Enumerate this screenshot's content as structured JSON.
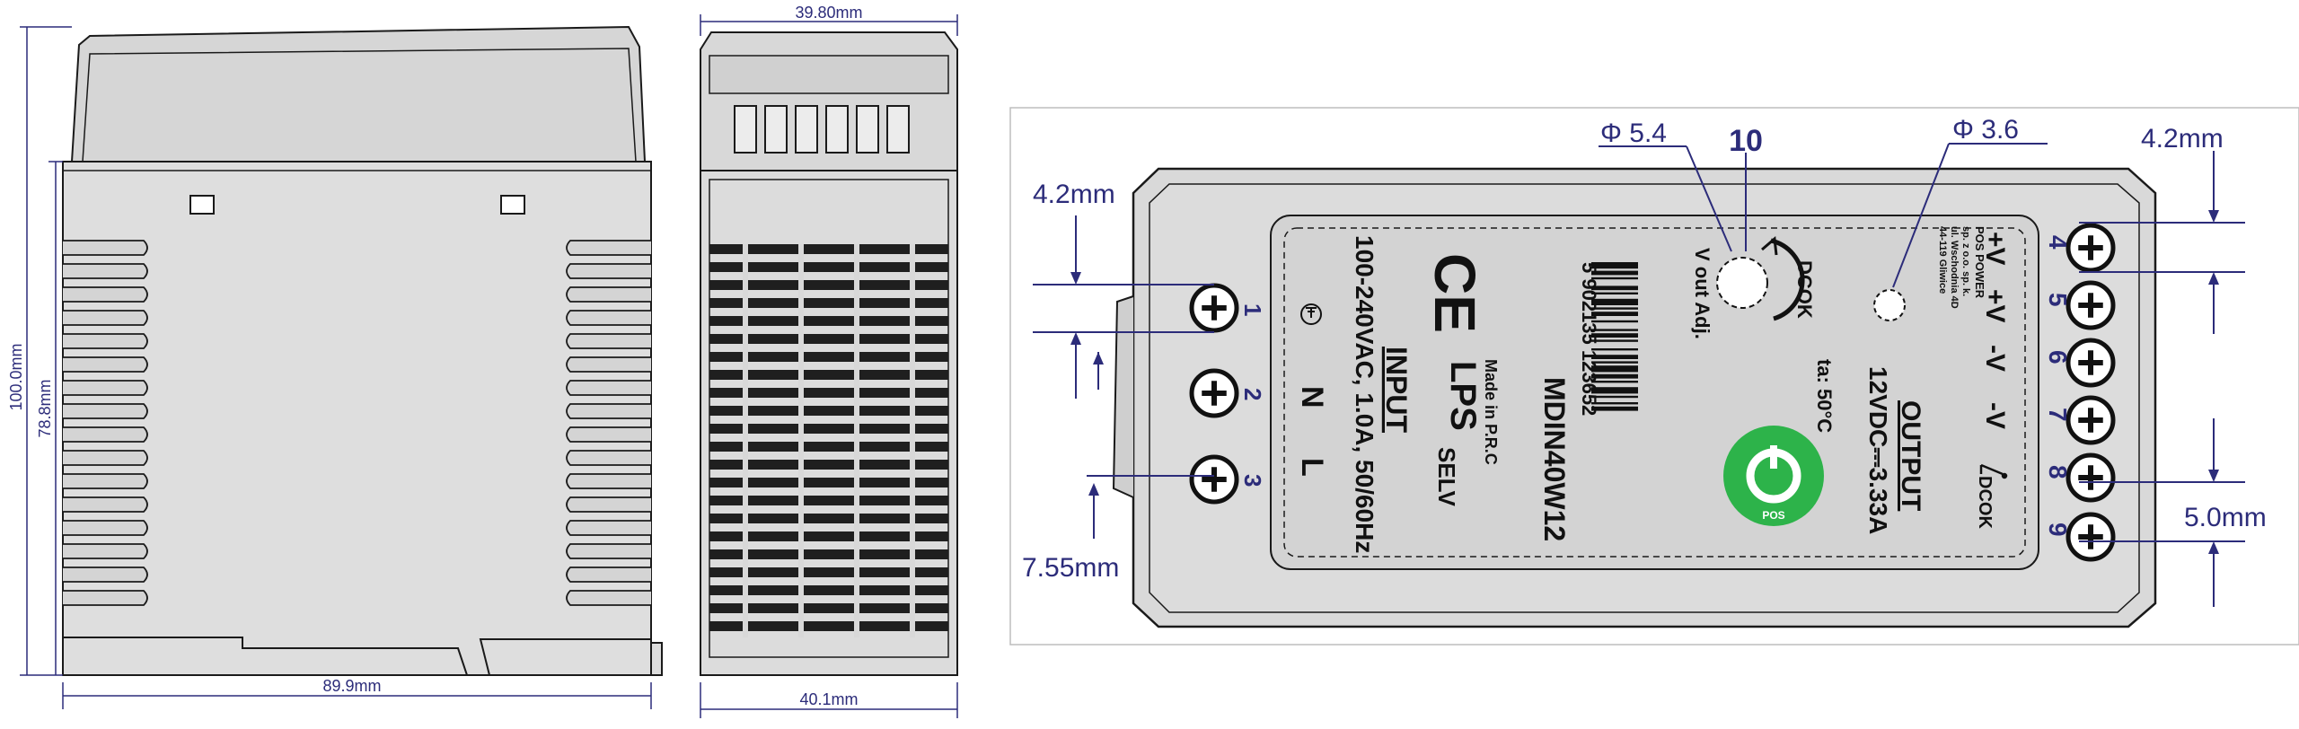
{
  "side_view": {
    "height_total": "100.0mm",
    "height_body": "78.8mm",
    "width": "89.9mm"
  },
  "front_view": {
    "width_top": "39.80mm",
    "width_bottom": "40.1mm"
  },
  "top_view": {
    "dims": {
      "hole_large": "Φ 5.4",
      "hole_large_num": "10",
      "hole_small": "Φ 3.6",
      "left_pitch": "4.2mm",
      "left_offset": "7.55mm",
      "right_pitch": "4.2mm",
      "right_offset": "5.0mm"
    },
    "label": {
      "input_title": "INPUT",
      "input_spec": "100-240VAC, 1.0A, 50/60Hz",
      "ce": "CE",
      "lps": "LPS",
      "selv": "SELV",
      "made_in": "Made in P.R.C",
      "model": "MDIN40W12",
      "barcode_digits": "5 902135 123652",
      "vout_adj": "V out Adj.",
      "dcok_label": "DCOK",
      "ta": "ta: 50°C",
      "output_title": "OUTPUT",
      "output_spec": "12VDC⎓3.33A",
      "company_1": "POS POWER",
      "company_2": "sp. z o.o. sp. k.",
      "company_3": "ul. Wschodnia 4D",
      "company_4": "44-119 Gliwice",
      "logo_text": "POS"
    },
    "input_terminals": [
      {
        "num": "1",
        "name": "⏚"
      },
      {
        "num": "2",
        "name": "N"
      },
      {
        "num": "3",
        "name": "L"
      }
    ],
    "output_terminals": [
      {
        "num": "4",
        "name": "+V"
      },
      {
        "num": "5",
        "name": "+V"
      },
      {
        "num": "6",
        "name": "-V"
      },
      {
        "num": "7",
        "name": "-V"
      },
      {
        "num": "8",
        "name": "DCOK"
      },
      {
        "num": "9",
        "name": ""
      }
    ]
  },
  "colors": {
    "dimension": "#2c2c7a",
    "outline": "#1a1a1a",
    "body_fill": "#e2e2e2",
    "logo_green": "#2db34a"
  }
}
